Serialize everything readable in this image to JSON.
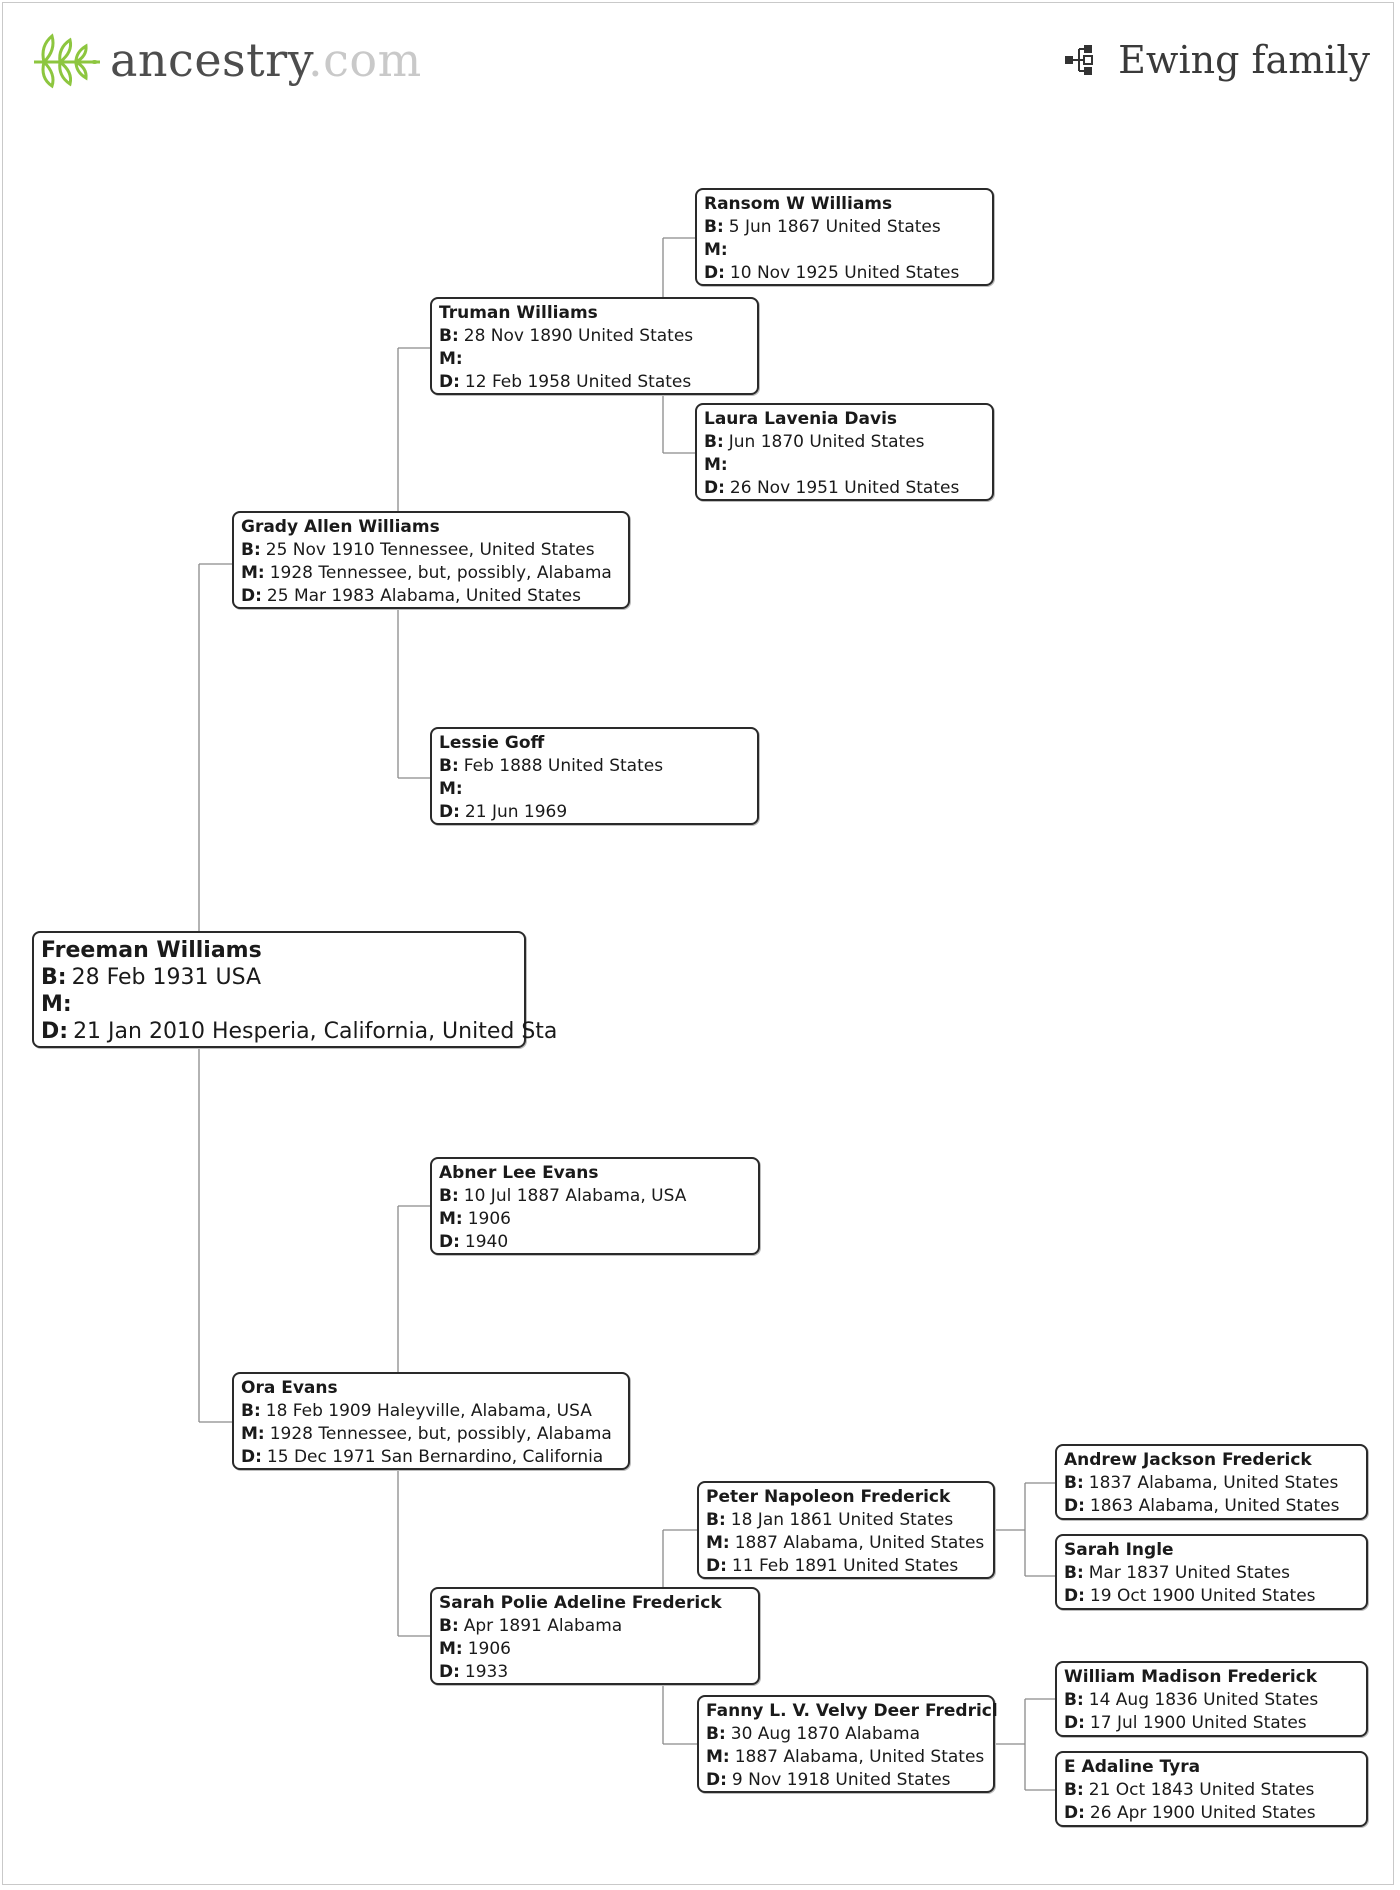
{
  "header": {
    "logo": {
      "brand": "ancestry",
      "tld": ".com"
    },
    "tree_title": "Ewing family"
  },
  "labels": {
    "born": "B:",
    "married": "M:",
    "died": "D:"
  },
  "people": {
    "freeman": {
      "name": "Freeman Williams",
      "b": "28 Feb 1931 USA",
      "m": "",
      "d": "21 Jan 2010 Hesperia, California, United Sta"
    },
    "grady": {
      "name": "Grady Allen Williams",
      "b": "25 Nov 1910 Tennessee, United States",
      "m": "1928 Tennessee, but, possibly, Alabama",
      "d": "25 Mar 1983 Alabama, United States"
    },
    "ora": {
      "name": "Ora Evans",
      "b": "18 Feb 1909 Haleyville, Alabama, USA",
      "m": "1928 Tennessee, but, possibly, Alabama",
      "d": "15 Dec 1971 San Bernardino, California"
    },
    "truman": {
      "name": "Truman Williams",
      "b": "28 Nov 1890 United States",
      "m": "",
      "d": "12 Feb 1958 United States"
    },
    "lessie": {
      "name": "Lessie Goff",
      "b": "Feb 1888 United States",
      "m": "",
      "d": "21 Jun 1969"
    },
    "abner": {
      "name": "Abner Lee Evans",
      "b": "10 Jul 1887 Alabama, USA",
      "m": "1906",
      "d": "1940"
    },
    "sarah_polie": {
      "name": "Sarah Polie Adeline Frederick",
      "b": "Apr 1891 Alabama",
      "m": "1906",
      "d": "1933"
    },
    "ransom": {
      "name": "Ransom W Williams",
      "b": "5 Jun 1867 United States",
      "m": "",
      "d": "10 Nov 1925 United States"
    },
    "laura": {
      "name": "Laura Lavenia Davis",
      "b": "Jun 1870 United States",
      "m": "",
      "d": "26 Nov 1951 United States"
    },
    "peter": {
      "name": "Peter Napoleon Frederick",
      "b": "18 Jan 1861 United States",
      "m": "1887 Alabama, United States",
      "d": "11 Feb 1891 United States"
    },
    "fanny": {
      "name": "Fanny L. V. Velvy Deer Fredricl",
      "b": "30 Aug 1870 Alabama",
      "m": "1887 Alabama, United States",
      "d": "9 Nov 1918 United States"
    },
    "andrew": {
      "name": "Andrew Jackson Frederick",
      "b": "1837 Alabama, United States",
      "d": "1863 Alabama, United States"
    },
    "sarah_ingle": {
      "name": "Sarah Ingle",
      "b": "Mar 1837 United States",
      "d": "19 Oct 1900 United States"
    },
    "william": {
      "name": "William Madison Frederick",
      "b": "14 Aug 1836 United States",
      "d": "17 Jul 1900 United States"
    },
    "adaline": {
      "name": "E Adaline Tyra",
      "b": "21 Oct 1843 United States",
      "d": "26 Apr 1900 United States"
    }
  }
}
